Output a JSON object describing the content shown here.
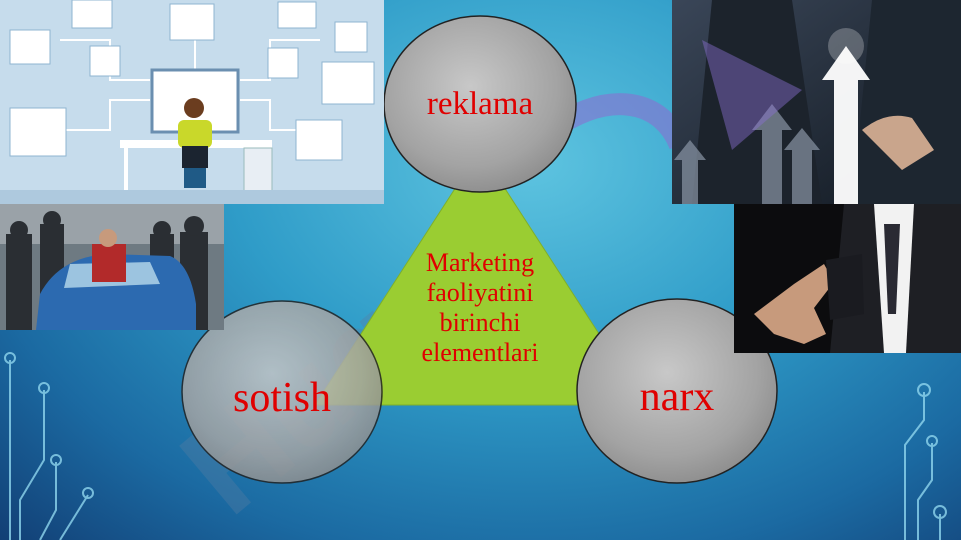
{
  "slide": {
    "top_circle": "reklama",
    "left_circle": "sotish",
    "right_circle": "narx",
    "triangle_text": [
      "Marketing",
      "faoliyatini",
      "birinchi",
      "elementlari"
    ],
    "colors": {
      "label_red": "#e00000",
      "triangle_green": "#9acd32",
      "circle_gray": "#a9a9a9"
    }
  }
}
